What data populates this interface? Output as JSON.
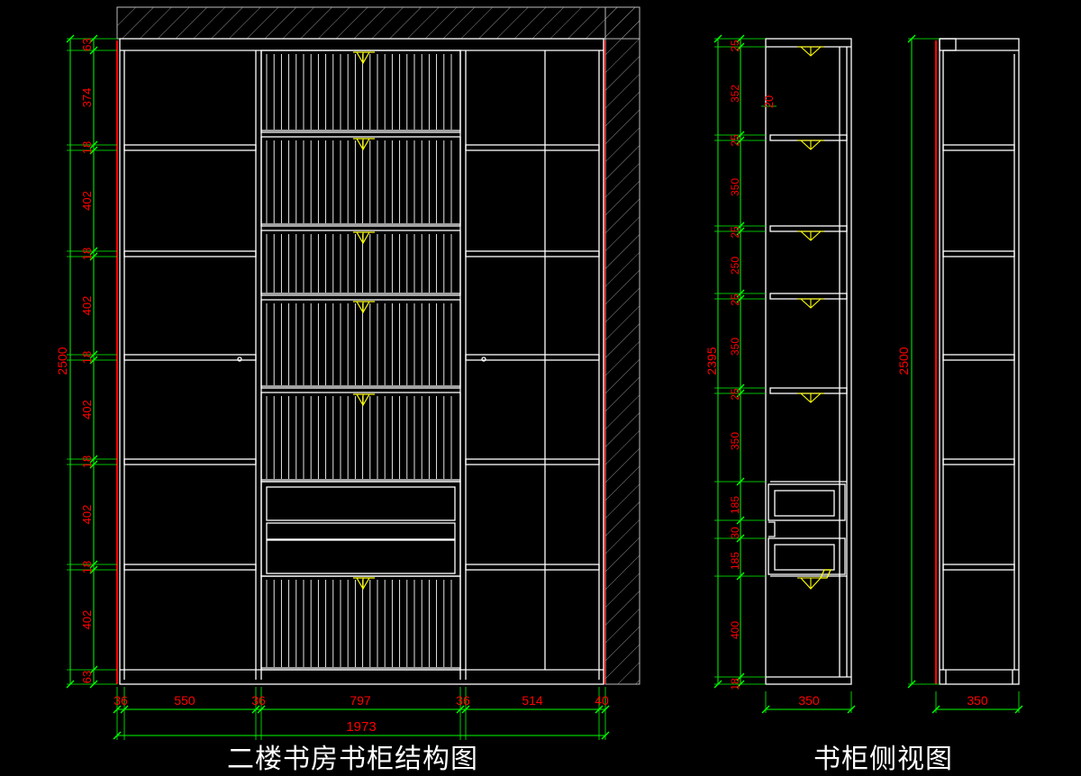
{
  "titles": {
    "main": "二楼书房书柜结构图",
    "side": "书柜侧视图"
  },
  "front_view": {
    "height_dims": [
      "63",
      "374",
      "18",
      "402",
      "18",
      "402",
      "18",
      "402",
      "18",
      "402",
      "18",
      "402",
      "63"
    ],
    "total_height": "2500",
    "width_dims": [
      "36",
      "550",
      "36",
      "797",
      "36",
      "514",
      "40"
    ],
    "total_width": "1973"
  },
  "side_view": {
    "height_dims": [
      "25",
      "352",
      "25",
      "350",
      "25",
      "250",
      "25",
      "350",
      "25",
      "350",
      "185",
      "30",
      "185",
      "400",
      "18"
    ],
    "gap_label": "20",
    "total_height": "2395",
    "depth": "350"
  },
  "back_view": {
    "total_height": "2500",
    "depth": "350"
  },
  "colors": {
    "background": "#000000",
    "lines": "#ffffff",
    "dimensions": "#00ff00",
    "dim_text": "#ff0000",
    "hatch": "#9a9a9a",
    "handles": "#ffff00",
    "wall_edge": "#ff0000"
  }
}
